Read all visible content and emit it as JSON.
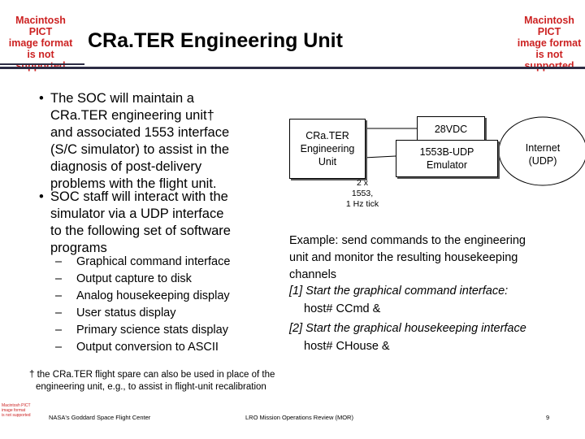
{
  "header": {
    "title": "CRa.TER Engineering Unit",
    "pict_notice_left": [
      "Macintosh PICT",
      "image format",
      "is not supported"
    ],
    "pict_notice_right": [
      "Macintosh PICT",
      "image format",
      "is not supported"
    ],
    "pict_notice_small": [
      "Macintosh PICT",
      "image format",
      "is not supported"
    ]
  },
  "bullets": [
    {
      "mark": "•",
      "lines": [
        "The SOC will maintain a",
        "CRa.TER engineering unit†",
        "and associated 1553 interface",
        "(S/C simulator) to assist in the",
        "diagnosis of post-delivery",
        "problems with the flight unit."
      ]
    },
    {
      "mark": "•",
      "lines": [
        "SOC staff will interact with the",
        "simulator via a UDP interface",
        "to the following set of software",
        "programs"
      ]
    }
  ],
  "sub_bullets": [
    "Graphical command interface",
    "Output capture to disk",
    "Analog housekeeping display",
    "User status display",
    "Primary science stats display",
    "Output conversion to ASCII"
  ],
  "diagram": {
    "crater_box": [
      "CRa.TER",
      "Engineering",
      "Unit"
    ],
    "power_box": "28VDC",
    "emulator_box": [
      "1553B-UDP",
      "Emulator"
    ],
    "internet_label": [
      "Internet",
      "(UDP)"
    ],
    "link_label": [
      "2 x",
      "1553,",
      "1 Hz tick"
    ]
  },
  "example": {
    "intro": [
      "Example: send commands to the engineering",
      "unit and monitor the resulting housekeeping",
      "channels"
    ],
    "step1": "[1] Start the graphical command interface:",
    "cmd1": "host# CCmd &",
    "step2": "[2] Start the graphical housekeeping interface",
    "cmd2": "host# CHouse &"
  },
  "footnote": [
    "† the CRa.TER flight spare can also be used in place of the",
    "engineering unit, e.g., to assist in flight-unit recalibration"
  ],
  "footer": {
    "left": "NASA's Goddard Space Flight Center",
    "center": "LRO Mission Operations Review (MOR)",
    "page": "9"
  }
}
